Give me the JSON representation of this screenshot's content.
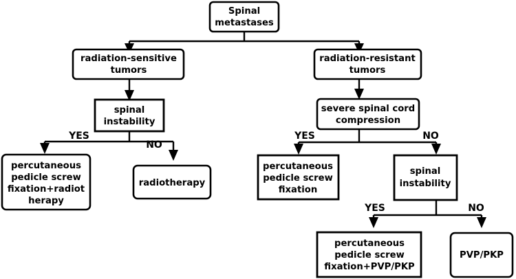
{
  "diagram": {
    "title": "Spinal metastases treatment decision flowchart",
    "colors": {
      "background": "#ffffff",
      "stroke": "#000000",
      "text": "#000000",
      "node_fill": "#ffffff"
    },
    "nodes": {
      "root": {
        "line1": "Spinal",
        "line2": "metastases"
      },
      "sensitive": {
        "line1": "radiation-sensitive",
        "line2": "tumors"
      },
      "resistant": {
        "line1": "radiation-resistant",
        "line2": "tumors"
      },
      "instability_left": {
        "line1": "spinal",
        "line2": "instability"
      },
      "compression": {
        "line1": "severe spinal cord",
        "line2": "compression"
      },
      "pss_radiotherapy": {
        "line1": "percutaneous",
        "line2": "pedicle screw",
        "line3": "fixation+radiot",
        "line4": "herapy"
      },
      "radiotherapy": {
        "line1": "radiotherapy"
      },
      "pss_fixation": {
        "line1": "percutaneous",
        "line2": "pedicle screw",
        "line3": "fixation"
      },
      "instability_right": {
        "line1": "spinal",
        "line2": "instability"
      },
      "pss_pvp": {
        "line1": "percutaneous",
        "line2": "pedicle screw",
        "line3": "fixation+PVP/PKP"
      },
      "pvp_pkp": {
        "line1": "PVP/PKP"
      }
    },
    "edge_labels": {
      "left_yes": "YES",
      "left_no": "NO",
      "right_yes": "YES",
      "right_no": "NO",
      "right_inner_yes": "YES",
      "right_inner_no": "NO"
    }
  }
}
